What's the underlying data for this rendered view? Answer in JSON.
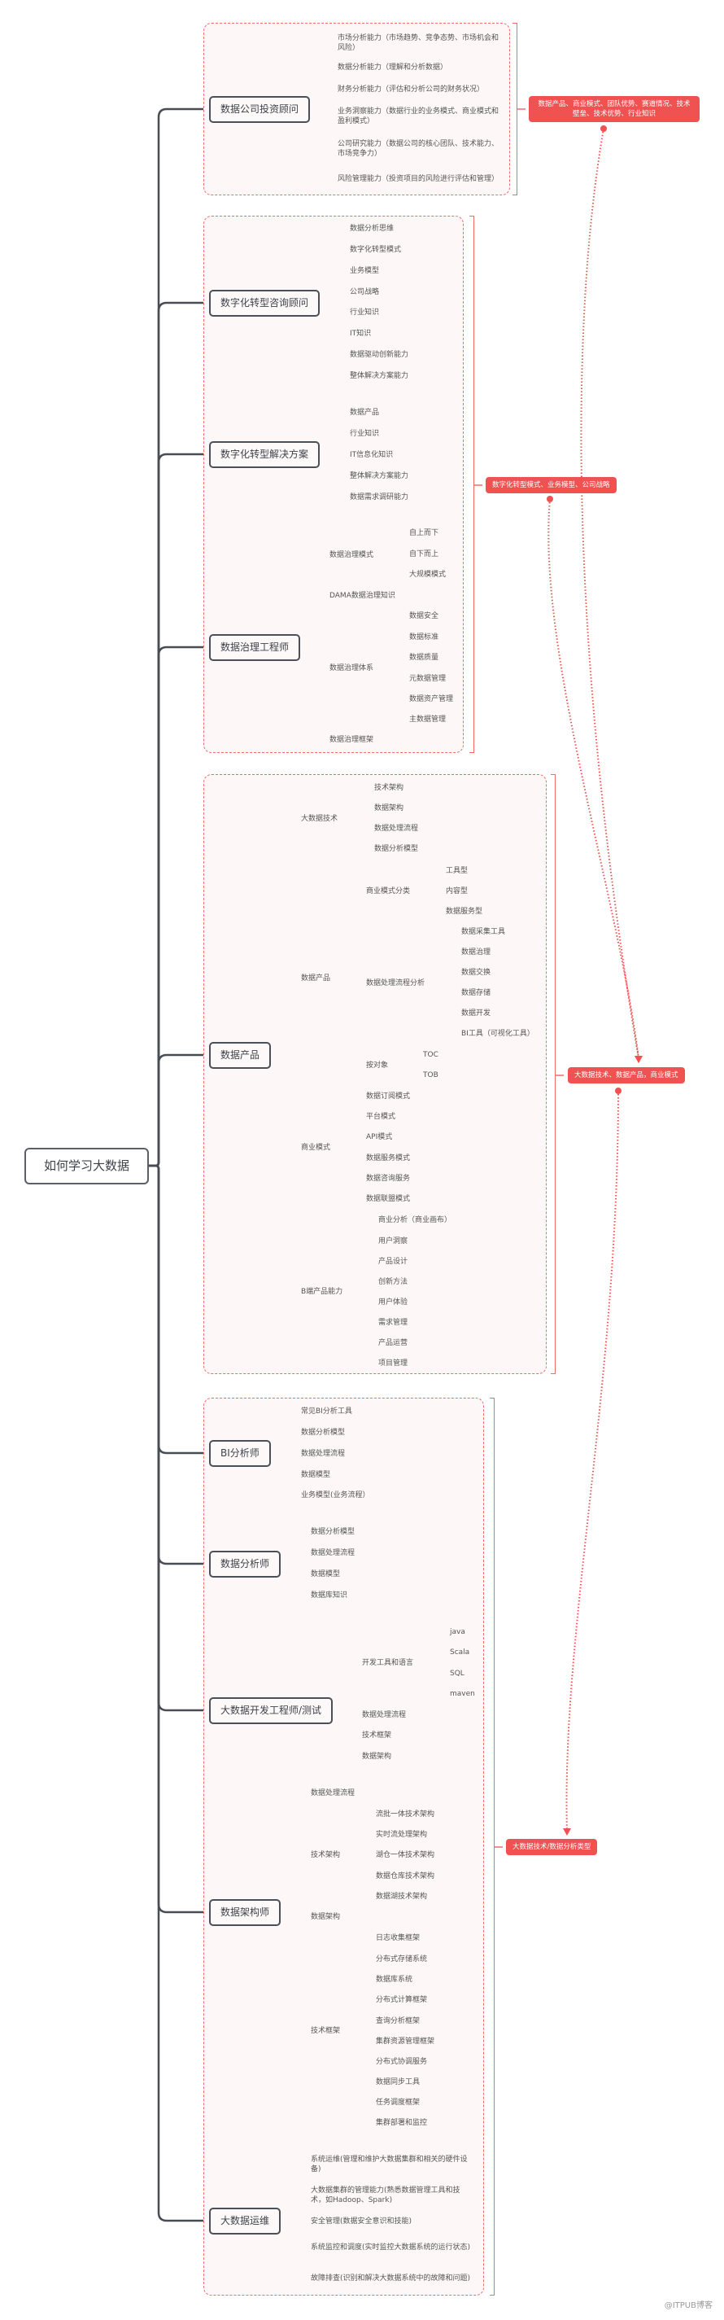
{
  "root": "如何学习大数据",
  "watermark": "@ITPUB博客",
  "colors": {
    "accent": "#f05252",
    "frame_border": "#ef6b6b",
    "frame_bg": "#fdf7f7",
    "trunk": "#474c55",
    "connector": "#a8a8a8"
  },
  "groups": [
    {
      "note": "数据产品、商业模式、团队优势、赛道情况、技术壁垒、技术优势、行业知识",
      "nodes": [
        {
          "label": "数据公司投资顾问",
          "children": [
            {
              "label": "市场分析能力（市场趋势、竞争态势、市场机会和风险）"
            },
            {
              "label": "数据分析能力（理解和分析数据）"
            },
            {
              "label": "财务分析能力（评估和分析公司的财务状况）"
            },
            {
              "label": "业务洞察能力（数据行业的业务模式、商业模式和盈利模式）"
            },
            {
              "label": "公司研究能力（数据公司的核心团队、技术能力、市场竞争力）"
            },
            {
              "label": "风险管理能力（投资项目的风险进行评估和管理）"
            }
          ]
        }
      ]
    },
    {
      "note": "数字化转型模式、业务模型、公司战略",
      "nodes": [
        {
          "label": "数字化转型咨询顾问",
          "children": [
            {
              "label": "数据分析思维"
            },
            {
              "label": "数字化转型模式"
            },
            {
              "label": "业务模型"
            },
            {
              "label": "公司战略"
            },
            {
              "label": "行业知识"
            },
            {
              "label": "IT知识"
            },
            {
              "label": "数据驱动创新能力"
            },
            {
              "label": "整体解决方案能力"
            }
          ]
        },
        {
          "label": "数字化转型解决方案",
          "children": [
            {
              "label": "数据产品"
            },
            {
              "label": "行业知识"
            },
            {
              "label": "IT信息化知识"
            },
            {
              "label": "整体解决方案能力"
            },
            {
              "label": "数据需求调研能力"
            }
          ]
        },
        {
          "label": "数据治理工程师",
          "children": [
            {
              "label": "数据治理模式",
              "children": [
                {
                  "label": "自上而下"
                },
                {
                  "label": "自下而上"
                },
                {
                  "label": "大规模模式"
                }
              ]
            },
            {
              "label": "DAMA数据治理知识"
            },
            {
              "label": "数据治理体系",
              "children": [
                {
                  "label": "数据安全"
                },
                {
                  "label": "数据标准"
                },
                {
                  "label": "数据质量"
                },
                {
                  "label": "元数据管理"
                },
                {
                  "label": "数据资产管理"
                },
                {
                  "label": "主数据管理"
                }
              ]
            },
            {
              "label": "数据治理框架"
            }
          ]
        }
      ]
    },
    {
      "note": "大数据技术、数据产品，商业模式",
      "nodes": [
        {
          "label": "数据产品",
          "children": [
            {
              "label": "大数据技术",
              "children": [
                {
                  "label": "技术架构"
                },
                {
                  "label": "数据架构"
                },
                {
                  "label": "数据处理流程"
                },
                {
                  "label": "数据分析模型"
                }
              ]
            },
            {
              "label": "数据产品",
              "children": [
                {
                  "label": "商业模式分类",
                  "children": [
                    {
                      "label": "工具型"
                    },
                    {
                      "label": "内容型"
                    },
                    {
                      "label": "数据服务型"
                    }
                  ]
                },
                {
                  "label": "数据处理流程分析",
                  "children": [
                    {
                      "label": "数据采集工具"
                    },
                    {
                      "label": "数据治理"
                    },
                    {
                      "label": "数据交换"
                    },
                    {
                      "label": "数据存储"
                    },
                    {
                      "label": "数据开发"
                    },
                    {
                      "label": "BI工具（可视化工具）"
                    }
                  ]
                },
                {
                  "label": "按对象",
                  "children": [
                    {
                      "label": "TOC"
                    },
                    {
                      "label": "TOB"
                    }
                  ]
                }
              ]
            },
            {
              "label": "商业模式",
              "children": [
                {
                  "label": "数据订阅模式"
                },
                {
                  "label": "平台模式"
                },
                {
                  "label": "API模式"
                },
                {
                  "label": "数据服务模式"
                },
                {
                  "label": "数据咨询服务"
                },
                {
                  "label": "数据联盟模式"
                }
              ]
            },
            {
              "label": "B端产品能力",
              "children": [
                {
                  "label": "商业分析（商业画布）"
                },
                {
                  "label": "用户洞察"
                },
                {
                  "label": "产品设计"
                },
                {
                  "label": "创新方法"
                },
                {
                  "label": "用户体验"
                },
                {
                  "label": "需求管理"
                },
                {
                  "label": "产品运营"
                },
                {
                  "label": "项目管理"
                }
              ]
            }
          ]
        }
      ]
    },
    {
      "note": "大数据技术/数据分析类型",
      "nodes": [
        {
          "label": "BI分析师",
          "children": [
            {
              "label": "常见BI分析工具"
            },
            {
              "label": "数据分析模型"
            },
            {
              "label": "数据处理流程"
            },
            {
              "label": "数据模型"
            },
            {
              "label": "业务模型(业务流程）"
            }
          ]
        },
        {
          "label": "数据分析师",
          "children": [
            {
              "label": "数据分析模型"
            },
            {
              "label": "数据处理流程"
            },
            {
              "label": "数据模型"
            },
            {
              "label": "数据库知识"
            }
          ]
        },
        {
          "label": "大数据开发工程师/测试",
          "children": [
            {
              "label": "开发工具和语言",
              "children": [
                {
                  "label": "java"
                },
                {
                  "label": "Scala"
                },
                {
                  "label": "SQL"
                },
                {
                  "label": "maven"
                }
              ]
            },
            {
              "label": "数据处理流程"
            },
            {
              "label": "技术框架"
            },
            {
              "label": "数据架构"
            }
          ]
        },
        {
          "label": "数据架构师",
          "children": [
            {
              "label": "数据处理流程"
            },
            {
              "label": "技术架构",
              "children": [
                {
                  "label": "流批一体技术架构"
                },
                {
                  "label": "实时流处理架构"
                },
                {
                  "label": "湖仓一体技术架构"
                },
                {
                  "label": "数据仓库技术架构"
                },
                {
                  "label": "数据湖技术架构"
                }
              ]
            },
            {
              "label": "数据架构"
            },
            {
              "label": "技术框架",
              "children": [
                {
                  "label": "日志收集框架"
                },
                {
                  "label": "分布式存储系统"
                },
                {
                  "label": "数据库系统"
                },
                {
                  "label": "分布式计算框架"
                },
                {
                  "label": "查询分析框架"
                },
                {
                  "label": "集群资源管理框架"
                },
                {
                  "label": "分布式协调服务"
                },
                {
                  "label": "数据同步工具"
                },
                {
                  "label": "任务调度框架"
                },
                {
                  "label": "集群部署和监控"
                }
              ]
            }
          ]
        },
        {
          "label": "大数据运维",
          "children": [
            {
              "label": "系统运维(管理和维护大数据集群和相关的硬件设备)"
            },
            {
              "label": "大数据集群的管理能力(熟悉数据管理工具和技术，如Hadoop、Spark)"
            },
            {
              "label": "安全管理(数据安全意识和技能)"
            },
            {
              "label": "系统监控和调度(实时监控大数据系统的运行状态)"
            },
            {
              "label": "故障排查(识别和解决大数据系统中的故障和问题)"
            }
          ]
        }
      ]
    }
  ]
}
